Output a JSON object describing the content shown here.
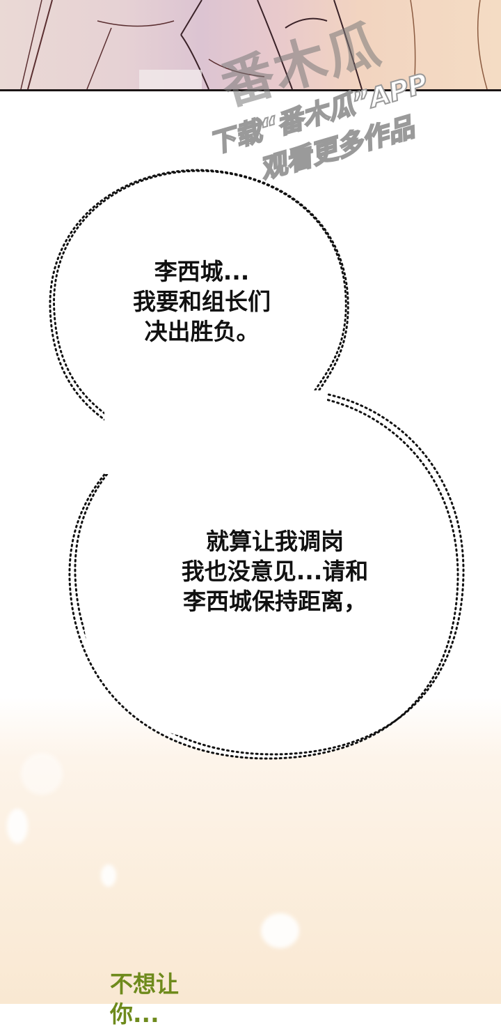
{
  "watermark": {
    "logo_text": "番木瓜",
    "line1": "下载“番木瓜”APP",
    "line2": "观看更多作品"
  },
  "bubbles": [
    {
      "lines": [
        "李西城...",
        "我要和组长们",
        "决出胜负。"
      ]
    },
    {
      "lines": [
        "就算让我调岗",
        "我也没意见...请和",
        "李西城保持距离，"
      ]
    }
  ],
  "narration": {
    "lines": [
      "不想让",
      "你..."
    ],
    "color": "#6e8a1c"
  },
  "colors": {
    "panel_border": "#1a1414",
    "bubble_text": "#111111",
    "lower_background": "#fbeedd"
  }
}
